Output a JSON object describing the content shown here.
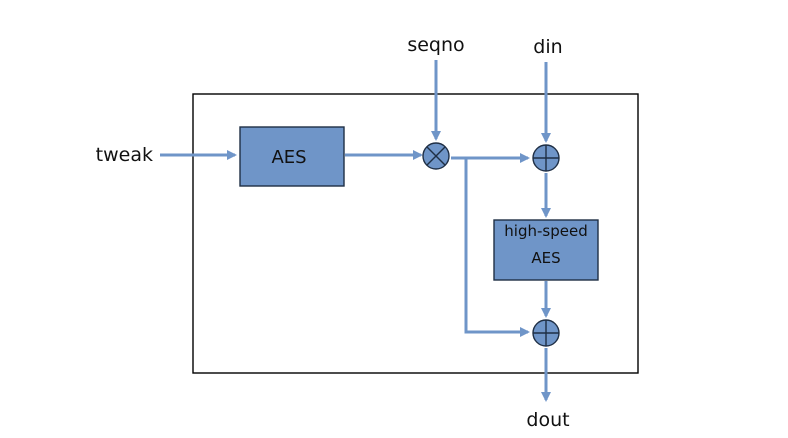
{
  "inputs": {
    "tweak": "tweak",
    "seqno": "seqno",
    "din": "din"
  },
  "outputs": {
    "dout": "dout"
  },
  "blocks": {
    "aes": "AES",
    "high_speed_aes_line1": "high-speed",
    "high_speed_aes_line2": "AES"
  },
  "operators": {
    "multiply": "multiply-operator",
    "xor_top": "xor-operator",
    "xor_bottom": "xor-operator"
  },
  "colors": {
    "arrow": "#6f95c8",
    "block_fill": "#6f95c8",
    "block_stroke": "#1f2f45",
    "frame_stroke": "#000000"
  }
}
